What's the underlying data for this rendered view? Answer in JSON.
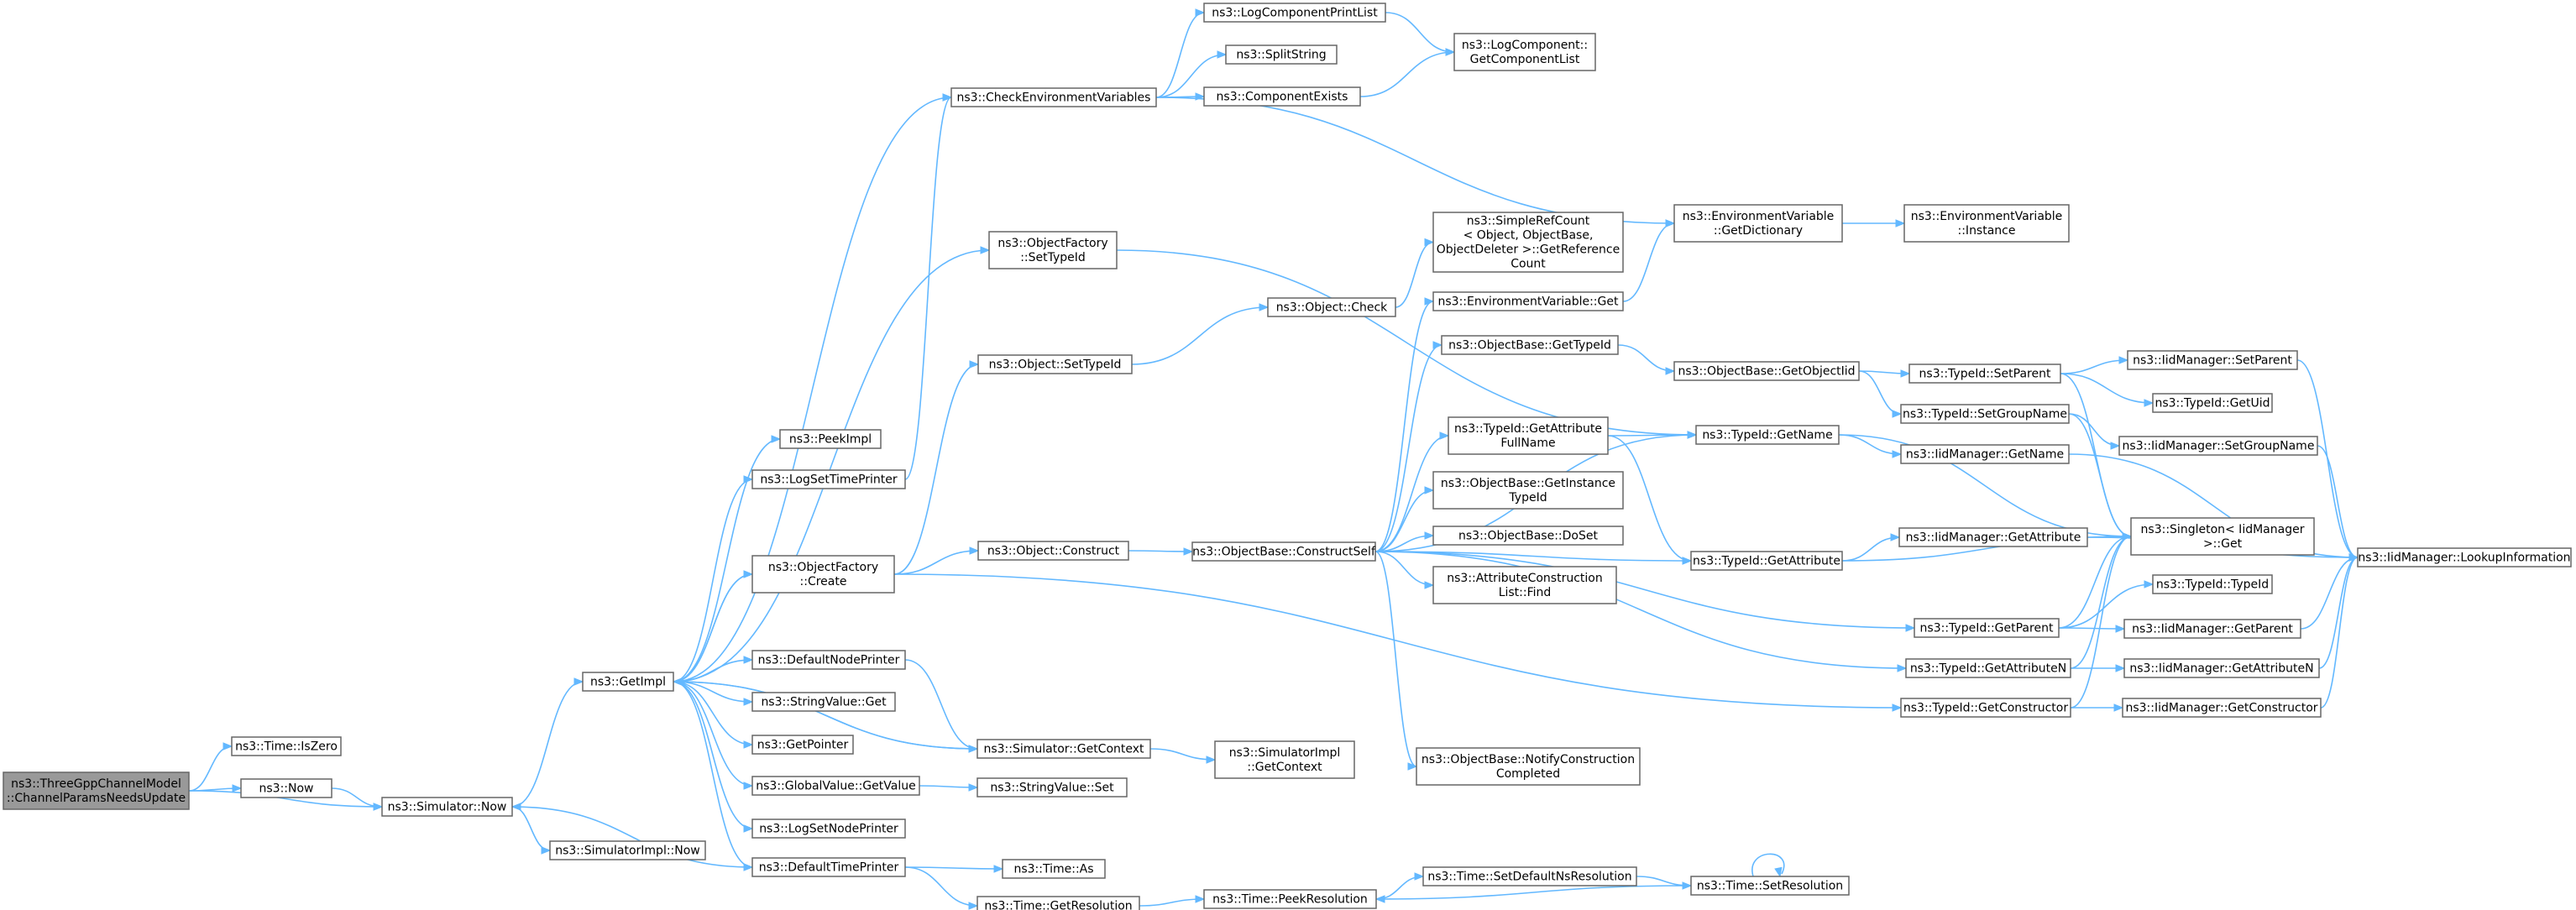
{
  "colors": {
    "edge": "#63b8ff",
    "node_border": "#666666",
    "root_fill": "#999999",
    "node_fill": "#ffffff"
  },
  "nodes": [
    {
      "id": "root",
      "lines": [
        "ns3::ThreeGppChannelModel",
        "::ChannelParamsNeedsUpdate"
      ],
      "root": true
    },
    {
      "id": "time_iszero",
      "lines": [
        "ns3::Time::IsZero"
      ]
    },
    {
      "id": "now",
      "lines": [
        "ns3::Now"
      ]
    },
    {
      "id": "sim_now",
      "lines": [
        "ns3::Simulator::Now"
      ]
    },
    {
      "id": "getimpl",
      "lines": [
        "ns3::GetImpl"
      ]
    },
    {
      "id": "simimpl_now",
      "lines": [
        "ns3::SimulatorImpl::Now"
      ]
    },
    {
      "id": "peekimpl",
      "lines": [
        "ns3::PeekImpl"
      ]
    },
    {
      "id": "logsettimeprinter",
      "lines": [
        "ns3::LogSetTimePrinter"
      ]
    },
    {
      "id": "objfactory_create",
      "lines": [
        "ns3::ObjectFactory",
        "::Create"
      ]
    },
    {
      "id": "defaultnodeprinter",
      "lines": [
        "ns3::DefaultNodePrinter"
      ]
    },
    {
      "id": "stringvalue_get",
      "lines": [
        "ns3::StringValue::Get"
      ]
    },
    {
      "id": "getpointer",
      "lines": [
        "ns3::GetPointer"
      ]
    },
    {
      "id": "globalvalue_getvalue",
      "lines": [
        "ns3::GlobalValue::GetValue"
      ]
    },
    {
      "id": "logsetnodeprinter",
      "lines": [
        "ns3::LogSetNodePrinter"
      ]
    },
    {
      "id": "defaulttimeprinter",
      "lines": [
        "ns3::DefaultTimePrinter"
      ]
    },
    {
      "id": "checkenv",
      "lines": [
        "ns3::CheckEnvironmentVariables"
      ]
    },
    {
      "id": "objfactory_settypeid",
      "lines": [
        "ns3::ObjectFactory",
        "::SetTypeId"
      ]
    },
    {
      "id": "object_settypeid",
      "lines": [
        "ns3::Object::SetTypeId"
      ]
    },
    {
      "id": "object_construct",
      "lines": [
        "ns3::Object::Construct"
      ]
    },
    {
      "id": "sim_getcontext",
      "lines": [
        "ns3::Simulator::GetContext"
      ]
    },
    {
      "id": "stringvalue_set",
      "lines": [
        "ns3::StringValue::Set"
      ]
    },
    {
      "id": "time_as",
      "lines": [
        "ns3::Time::As"
      ]
    },
    {
      "id": "time_getresolution",
      "lines": [
        "ns3::Time::GetResolution"
      ]
    },
    {
      "id": "logcompprintlist",
      "lines": [
        "ns3::LogComponentPrintList"
      ]
    },
    {
      "id": "splitstring",
      "lines": [
        "ns3::SplitString"
      ]
    },
    {
      "id": "componentexists",
      "lines": [
        "ns3::ComponentExists"
      ]
    },
    {
      "id": "object_check",
      "lines": [
        "ns3::Object::Check"
      ]
    },
    {
      "id": "objbase_constructself",
      "lines": [
        "ns3::ObjectBase::ConstructSelf"
      ]
    },
    {
      "id": "simimpl_getcontext",
      "lines": [
        "ns3::SimulatorImpl",
        "::GetContext"
      ]
    },
    {
      "id": "time_peekresolution",
      "lines": [
        "ns3::Time::PeekResolution"
      ]
    },
    {
      "id": "logcomp_getcomplist",
      "lines": [
        "ns3::LogComponent::",
        "GetComponentList"
      ]
    },
    {
      "id": "simplerefcount",
      "lines": [
        "ns3::SimpleRefCount",
        "< Object, ObjectBase,",
        "ObjectDeleter >::GetReference",
        "Count"
      ]
    },
    {
      "id": "envvar_get",
      "lines": [
        "ns3::EnvironmentVariable::Get"
      ]
    },
    {
      "id": "objbase_gettypeid",
      "lines": [
        "ns3::ObjectBase::GetTypeId"
      ]
    },
    {
      "id": "typeid_getattrfullname",
      "lines": [
        "ns3::TypeId::GetAttribute",
        "FullName"
      ]
    },
    {
      "id": "objbase_getinstancetypeid",
      "lines": [
        "ns3::ObjectBase::GetInstance",
        "TypeId"
      ]
    },
    {
      "id": "objbase_doset",
      "lines": [
        "ns3::ObjectBase::DoSet"
      ]
    },
    {
      "id": "attrconstructionlist_find",
      "lines": [
        "ns3::AttributeConstruction",
        "List::Find"
      ]
    },
    {
      "id": "objbase_notifyconstruction",
      "lines": [
        "ns3::ObjectBase::NotifyConstruction",
        "Completed"
      ]
    },
    {
      "id": "time_setdefaultnsres",
      "lines": [
        "ns3::Time::SetDefaultNsResolution"
      ]
    },
    {
      "id": "envvar_getdictionary",
      "lines": [
        "ns3::EnvironmentVariable",
        "::GetDictionary"
      ]
    },
    {
      "id": "objbase_getobjectiid",
      "lines": [
        "ns3::ObjectBase::GetObjectIid"
      ]
    },
    {
      "id": "typeid_getname",
      "lines": [
        "ns3::TypeId::GetName"
      ]
    },
    {
      "id": "typeid_getattribute",
      "lines": [
        "ns3::TypeId::GetAttribute"
      ]
    },
    {
      "id": "time_setresolution",
      "lines": [
        "ns3::Time::SetResolution"
      ]
    },
    {
      "id": "envvar_instance",
      "lines": [
        "ns3::EnvironmentVariable",
        "::Instance"
      ]
    },
    {
      "id": "typeid_setparent",
      "lines": [
        "ns3::TypeId::SetParent"
      ]
    },
    {
      "id": "typeid_setgroupname",
      "lines": [
        "ns3::TypeId::SetGroupName"
      ]
    },
    {
      "id": "iidmgr_getname",
      "lines": [
        "ns3::IidManager::GetName"
      ]
    },
    {
      "id": "iidmgr_getattribute",
      "lines": [
        "ns3::IidManager::GetAttribute"
      ]
    },
    {
      "id": "typeid_getparent",
      "lines": [
        "ns3::TypeId::GetParent"
      ]
    },
    {
      "id": "typeid_getattributen",
      "lines": [
        "ns3::TypeId::GetAttributeN"
      ]
    },
    {
      "id": "typeid_getconstructor",
      "lines": [
        "ns3::TypeId::GetConstructor"
      ]
    },
    {
      "id": "iidmgr_setparent",
      "lines": [
        "ns3::IidManager::SetParent"
      ]
    },
    {
      "id": "typeid_getuid",
      "lines": [
        "ns3::TypeId::GetUid"
      ]
    },
    {
      "id": "iidmgr_setgroupname",
      "lines": [
        "ns3::IidManager::SetGroupName"
      ]
    },
    {
      "id": "singleton_get",
      "lines": [
        "ns3::Singleton< IidManager",
        ">::Get"
      ]
    },
    {
      "id": "typeid_typeid",
      "lines": [
        "ns3::TypeId::TypeId"
      ]
    },
    {
      "id": "iidmgr_getparent",
      "lines": [
        "ns3::IidManager::GetParent"
      ]
    },
    {
      "id": "iidmgr_getattributen",
      "lines": [
        "ns3::IidManager::GetAttributeN"
      ]
    },
    {
      "id": "iidmgr_getconstructor",
      "lines": [
        "ns3::IidManager::GetConstructor"
      ]
    },
    {
      "id": "iidmgr_lookupinfo",
      "lines": [
        "ns3::IidManager::LookupInformation"
      ]
    }
  ],
  "edges": [
    [
      "root",
      "time_iszero"
    ],
    [
      "root",
      "now"
    ],
    [
      "root",
      "sim_now"
    ],
    [
      "now",
      "sim_now"
    ],
    [
      "sim_now",
      "getimpl"
    ],
    [
      "sim_now",
      "simimpl_now"
    ],
    [
      "getimpl",
      "peekimpl"
    ],
    [
      "getimpl",
      "logsettimeprinter"
    ],
    [
      "getimpl",
      "checkenv"
    ],
    [
      "getimpl",
      "objfactory_create"
    ],
    [
      "getimpl",
      "defaultnodeprinter"
    ],
    [
      "getimpl",
      "stringvalue_get"
    ],
    [
      "getimpl",
      "getpointer"
    ],
    [
      "getimpl",
      "globalvalue_getvalue"
    ],
    [
      "getimpl",
      "logsetnodeprinter"
    ],
    [
      "getimpl",
      "defaulttimeprinter"
    ],
    [
      "getimpl",
      "objfactory_settypeid"
    ],
    [
      "getimpl",
      "sim_getcontext"
    ],
    [
      "logsettimeprinter",
      "checkenv"
    ],
    [
      "objfactory_create",
      "getimpl"
    ],
    [
      "objfactory_create",
      "object_settypeid"
    ],
    [
      "objfactory_create",
      "object_construct"
    ],
    [
      "objfactory_create",
      "typeid_getconstructor"
    ],
    [
      "defaultnodeprinter",
      "sim_getcontext"
    ],
    [
      "globalvalue_getvalue",
      "stringvalue_set"
    ],
    [
      "defaulttimeprinter",
      "sim_now"
    ],
    [
      "defaulttimeprinter",
      "time_as"
    ],
    [
      "defaulttimeprinter",
      "time_getresolution"
    ],
    [
      "checkenv",
      "logcompprintlist"
    ],
    [
      "checkenv",
      "splitstring"
    ],
    [
      "checkenv",
      "componentexists"
    ],
    [
      "checkenv",
      "envvar_getdictionary"
    ],
    [
      "objfactory_settypeid",
      "typeid_getname"
    ],
    [
      "object_settypeid",
      "object_check"
    ],
    [
      "object_construct",
      "objbase_constructself"
    ],
    [
      "sim_getcontext",
      "getimpl"
    ],
    [
      "sim_getcontext",
      "simimpl_getcontext"
    ],
    [
      "time_getresolution",
      "time_peekresolution"
    ],
    [
      "logcompprintlist",
      "logcomp_getcomplist"
    ],
    [
      "componentexists",
      "logcomp_getcomplist"
    ],
    [
      "object_check",
      "simplerefcount"
    ],
    [
      "objbase_constructself",
      "envvar_get"
    ],
    [
      "objbase_constructself",
      "objbase_gettypeid"
    ],
    [
      "objbase_constructself",
      "typeid_getattrfullname"
    ],
    [
      "objbase_constructself",
      "objbase_getinstancetypeid"
    ],
    [
      "objbase_constructself",
      "objbase_doset"
    ],
    [
      "objbase_constructself",
      "attrconstructionlist_find"
    ],
    [
      "objbase_constructself",
      "objbase_notifyconstruction"
    ],
    [
      "objbase_constructself",
      "typeid_getname"
    ],
    [
      "objbase_constructself",
      "typeid_getattribute"
    ],
    [
      "objbase_constructself",
      "typeid_getparent"
    ],
    [
      "objbase_constructself",
      "typeid_getattributen"
    ],
    [
      "time_peekresolution",
      "time_setdefaultnsres"
    ],
    [
      "envvar_get",
      "envvar_getdictionary"
    ],
    [
      "objbase_gettypeid",
      "objbase_getobjectiid"
    ],
    [
      "typeid_getattrfullname",
      "typeid_getname"
    ],
    [
      "typeid_getattrfullname",
      "typeid_getattribute"
    ],
    [
      "time_setdefaultnsres",
      "time_setresolution"
    ],
    [
      "time_setresolution",
      "time_setresolution"
    ],
    [
      "time_setresolution",
      "time_peekresolution"
    ],
    [
      "envvar_getdictionary",
      "envvar_instance"
    ],
    [
      "objbase_getobjectiid",
      "typeid_setparent"
    ],
    [
      "objbase_getobjectiid",
      "typeid_setgroupname"
    ],
    [
      "typeid_getname",
      "iidmgr_getname"
    ],
    [
      "typeid_getname",
      "singleton_get"
    ],
    [
      "typeid_getattribute",
      "iidmgr_getattribute"
    ],
    [
      "typeid_getattribute",
      "singleton_get"
    ],
    [
      "typeid_setparent",
      "iidmgr_setparent"
    ],
    [
      "typeid_setparent",
      "typeid_getuid"
    ],
    [
      "typeid_setparent",
      "singleton_get"
    ],
    [
      "typeid_setgroupname",
      "iidmgr_setgroupname"
    ],
    [
      "typeid_setgroupname",
      "singleton_get"
    ],
    [
      "iidmgr_getname",
      "iidmgr_lookupinfo"
    ],
    [
      "iidmgr_getattribute",
      "iidmgr_lookupinfo"
    ],
    [
      "typeid_getparent",
      "singleton_get"
    ],
    [
      "typeid_getparent",
      "typeid_typeid"
    ],
    [
      "typeid_getparent",
      "iidmgr_getparent"
    ],
    [
      "typeid_getattributen",
      "singleton_get"
    ],
    [
      "typeid_getattributen",
      "iidmgr_getattributen"
    ],
    [
      "typeid_getconstructor",
      "singleton_get"
    ],
    [
      "typeid_getconstructor",
      "iidmgr_getconstructor"
    ],
    [
      "iidmgr_setparent",
      "iidmgr_lookupinfo"
    ],
    [
      "iidmgr_setgroupname",
      "iidmgr_lookupinfo"
    ],
    [
      "iidmgr_getparent",
      "iidmgr_lookupinfo"
    ],
    [
      "iidmgr_getattributen",
      "iidmgr_lookupinfo"
    ],
    [
      "iidmgr_getconstructor",
      "iidmgr_lookupinfo"
    ]
  ]
}
